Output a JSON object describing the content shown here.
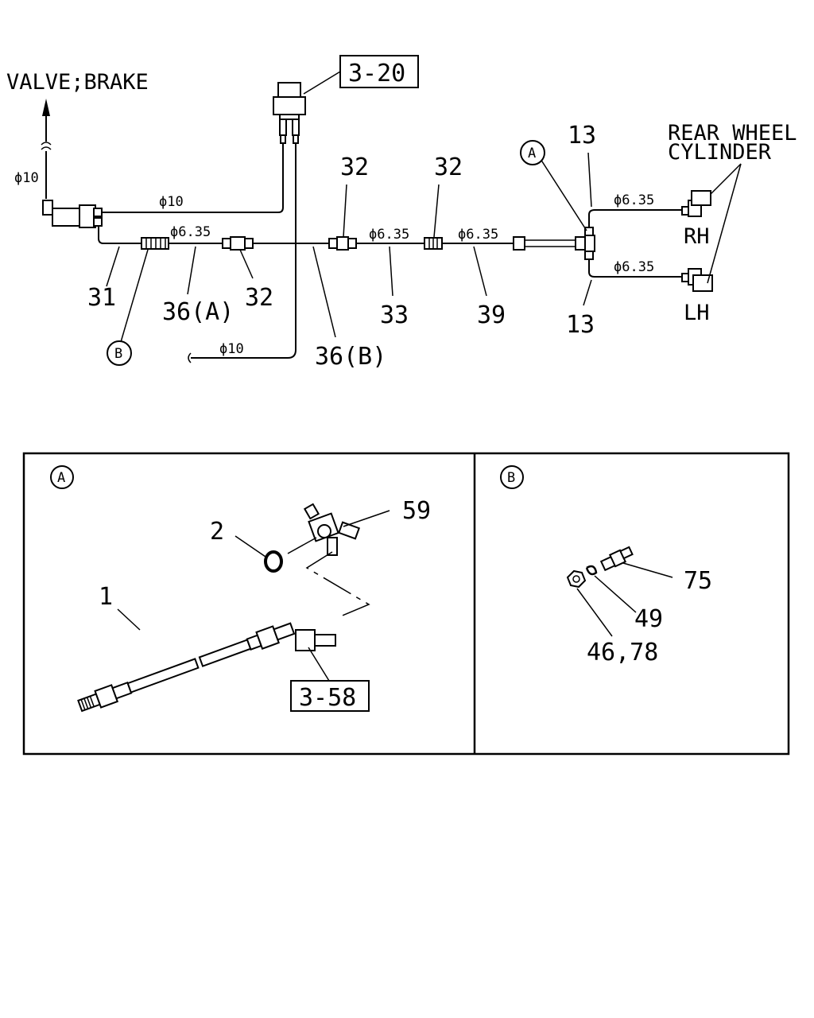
{
  "labels": {
    "valve_brake": "VALVE;BRAKE",
    "ref_3_20": "3-20",
    "ref_3_58": "3-58",
    "rear_wheel_1": "REAR WHEEL",
    "rear_wheel_2": "CYLINDER",
    "rh": "RH",
    "lh": "LH"
  },
  "diameters": {
    "d10_left": "ϕ10",
    "d10_top": "ϕ10",
    "d10_bottom": "ϕ10",
    "d635_a": "ϕ6.35",
    "d635_b": "ϕ6.35",
    "d635_c": "ϕ6.35",
    "d635_rh": "ϕ6.35",
    "d635_lh": "ϕ6.35"
  },
  "callouts": {
    "p31": "31",
    "p36a": "36(A)",
    "p32_low": "32",
    "p32_mid": "32",
    "p32_right": "32",
    "p33": "33",
    "p39": "39",
    "p36b": "36(B)",
    "p13_top": "13",
    "p13_bottom": "13",
    "detail_a_marker": "A",
    "detail_b_marker": "B"
  },
  "detail_a": {
    "title": "A",
    "p1": "1",
    "p2": "2",
    "p59": "59"
  },
  "detail_b": {
    "title": "B",
    "p75": "75",
    "p49": "49",
    "p46_78": "46,78"
  }
}
